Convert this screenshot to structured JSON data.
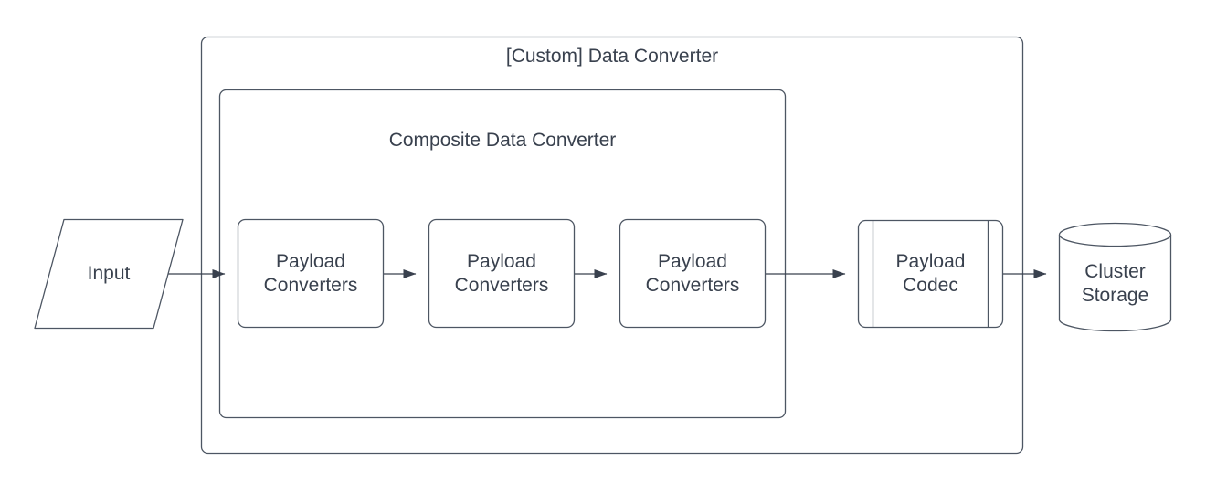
{
  "diagram": {
    "containers": {
      "custom_data_converter": {
        "label": "[Custom] Data Converter",
        "shape": "rounded-rectangle"
      },
      "composite_data_converter": {
        "label": "Composite Data Converter",
        "shape": "rounded-rectangle"
      }
    },
    "nodes": {
      "input": {
        "label": "Input",
        "shape": "parallelogram"
      },
      "payload_converters_1": {
        "label": "Payload Converters",
        "shape": "rounded-rectangle"
      },
      "payload_converters_2": {
        "label": "Payload Converters",
        "shape": "rounded-rectangle"
      },
      "payload_converters_3": {
        "label": "Payload Converters",
        "shape": "rounded-rectangle"
      },
      "payload_codec": {
        "label": "Payload Codec",
        "shape": "predefined-process"
      },
      "cluster_storage": {
        "label": "Cluster Storage",
        "shape": "cylinder"
      }
    },
    "edges": [
      {
        "from": "input",
        "to": "payload_converters_1"
      },
      {
        "from": "payload_converters_1",
        "to": "payload_converters_2"
      },
      {
        "from": "payload_converters_2",
        "to": "payload_converters_3"
      },
      {
        "from": "payload_converters_3",
        "to": "payload_codec"
      },
      {
        "from": "payload_codec",
        "to": "cluster_storage"
      }
    ],
    "colors": {
      "background": "#ffffff",
      "stroke": "#4d5663",
      "text": "#39414e",
      "arrow": "#39414e"
    }
  }
}
